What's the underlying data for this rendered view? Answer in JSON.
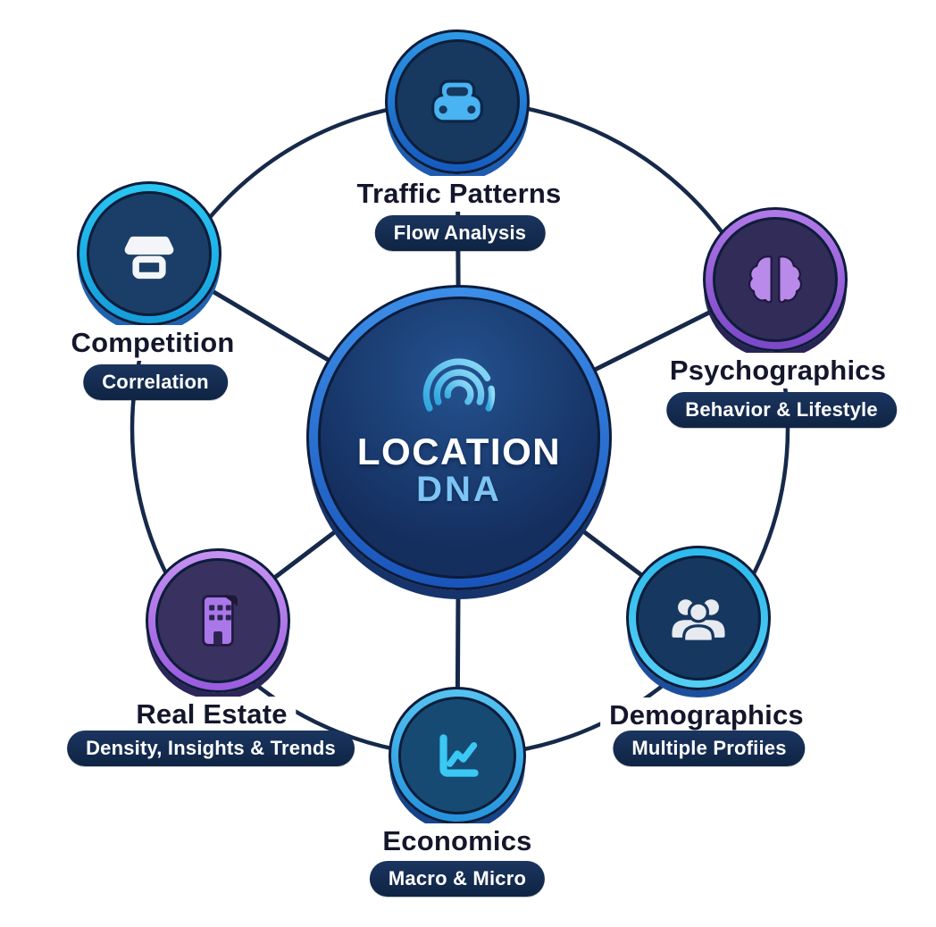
{
  "title": "Location DNA",
  "background": "#ffffff",
  "connector_color": "#16294a",
  "label_color": "#14172b",
  "pill": {
    "bg_top": "#1b3560",
    "bg_bottom": "#0f2443",
    "text_color": "#ffffff"
  },
  "center": {
    "icon": "fingerprint-icon",
    "title": "LOCATION",
    "subtitle": "DNA",
    "colors": {
      "ring_top": "#3c8ee9",
      "ring_bottom": "#1a54ba",
      "inner_top": "#24528f",
      "inner_bottom": "#142e5e",
      "base": "#16336b",
      "title": "#ffffff",
      "subtitle": "#7cc5f5",
      "icon_grad_start": "#2fa6e0",
      "icon_grad_end": "#8fdcf8"
    }
  },
  "nodes": [
    {
      "id": "traffic",
      "label": "Traffic Patterns",
      "tag": "Flow Analysis",
      "icon": "car-icon",
      "colors": {
        "ring_top": "#2f9ce9",
        "ring_bottom": "#1458bc",
        "inner": "#17395f",
        "icon": "#4ab3f2",
        "base": "#1d5cb0"
      }
    },
    {
      "id": "competition",
      "label": "Competition",
      "tag": "Correlation",
      "icon": "storefront-icon",
      "colors": {
        "ring_top": "#2ac8f4",
        "ring_bottom": "#149bd9",
        "inner": "#1a3e68",
        "icon": "#f3f5f9",
        "base": "#1f63b0"
      }
    },
    {
      "id": "psychographics",
      "label": "Psychographics",
      "tag": "Behavior & Lifestyle",
      "icon": "brain-icon",
      "colors": {
        "ring_top": "#b47cea",
        "ring_bottom": "#7a45c6",
        "inner": "#322c58",
        "icon": "#b98ae9",
        "base": "#2a2356"
      }
    },
    {
      "id": "realestate",
      "label": "Real Estate",
      "tag": "Density, Insights & Trends",
      "icon": "building-icon",
      "colors": {
        "ring_top": "#c795f2",
        "ring_bottom": "#9859de",
        "inner": "#39315f",
        "icon": "#a977e8",
        "base": "#2c2558"
      }
    },
    {
      "id": "demographics",
      "label": "Demographics",
      "tag": "Multiple Profiies",
      "icon": "people-icon",
      "colors": {
        "ring_top": "#2bb9ec",
        "ring_bottom": "#55cff5",
        "inner": "#163760",
        "icon": "#e7eaef",
        "base": "#1b4f9e"
      }
    },
    {
      "id": "economics",
      "label": "Economics",
      "tag": "Macro & Micro",
      "icon": "chart-icon",
      "colors": {
        "ring_top": "#58c6f2",
        "ring_bottom": "#2391dc",
        "inner": "#174a73",
        "icon": "#3ac8f4",
        "base": "#15448c"
      }
    }
  ]
}
